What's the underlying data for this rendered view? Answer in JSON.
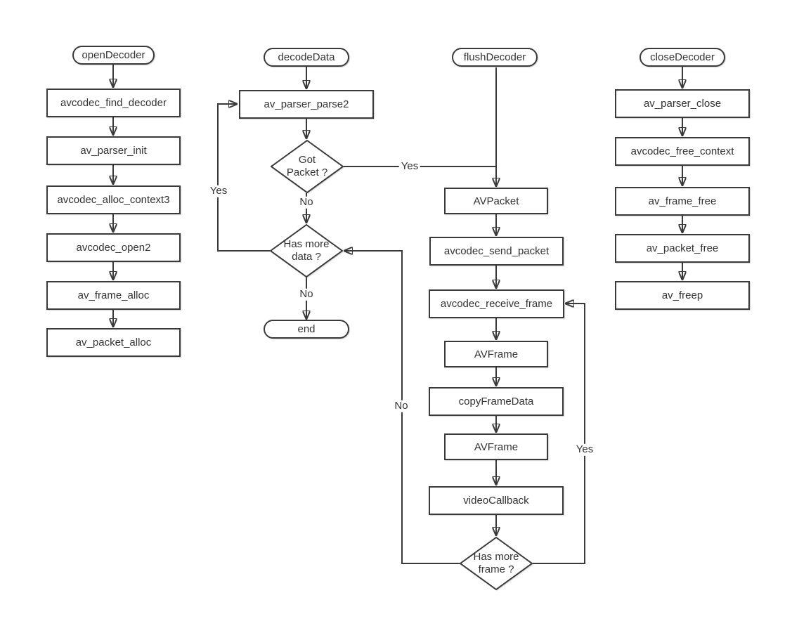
{
  "diagram": {
    "colors": {
      "line": "#3a3a3a",
      "text": "#333333",
      "node_fill": "#ffffff",
      "background": "#ffffff"
    },
    "columns": {
      "open_decoder": {
        "start": "openDecoder",
        "steps": [
          "avcodec_find_decoder",
          "av_parser_init",
          "avcodec_alloc_context3",
          "avcodec_open2",
          "av_frame_alloc",
          "av_packet_alloc"
        ]
      },
      "decode_data": {
        "start": "decodeData",
        "parse_step": "av_parser_parse2",
        "got_packet": "Got\nPacket ?",
        "has_more_data": "Has more\ndata ?",
        "end_label": "end"
      },
      "flush_decoder": {
        "start": "flushDecoder",
        "steps": [
          "AVPacket",
          "avcodec_send_packet",
          "avcodec_receive_frame",
          "AVFrame",
          "copyFrameData",
          "AVFrame",
          "videoCallback"
        ],
        "has_more_frame": "Has more\nframe ?"
      },
      "close_decoder": {
        "start": "closeDecoder",
        "steps": [
          "av_parser_close",
          "avcodec_free_context",
          "av_frame_free",
          "av_packet_free",
          "av_freep"
        ]
      }
    },
    "edge_labels": {
      "got_packet_yes": "Yes",
      "got_packet_no": "No",
      "has_more_data_yes": "Yes",
      "has_more_data_no": "No",
      "has_more_frame_yes": "Yes",
      "has_more_frame_no": "No"
    }
  }
}
